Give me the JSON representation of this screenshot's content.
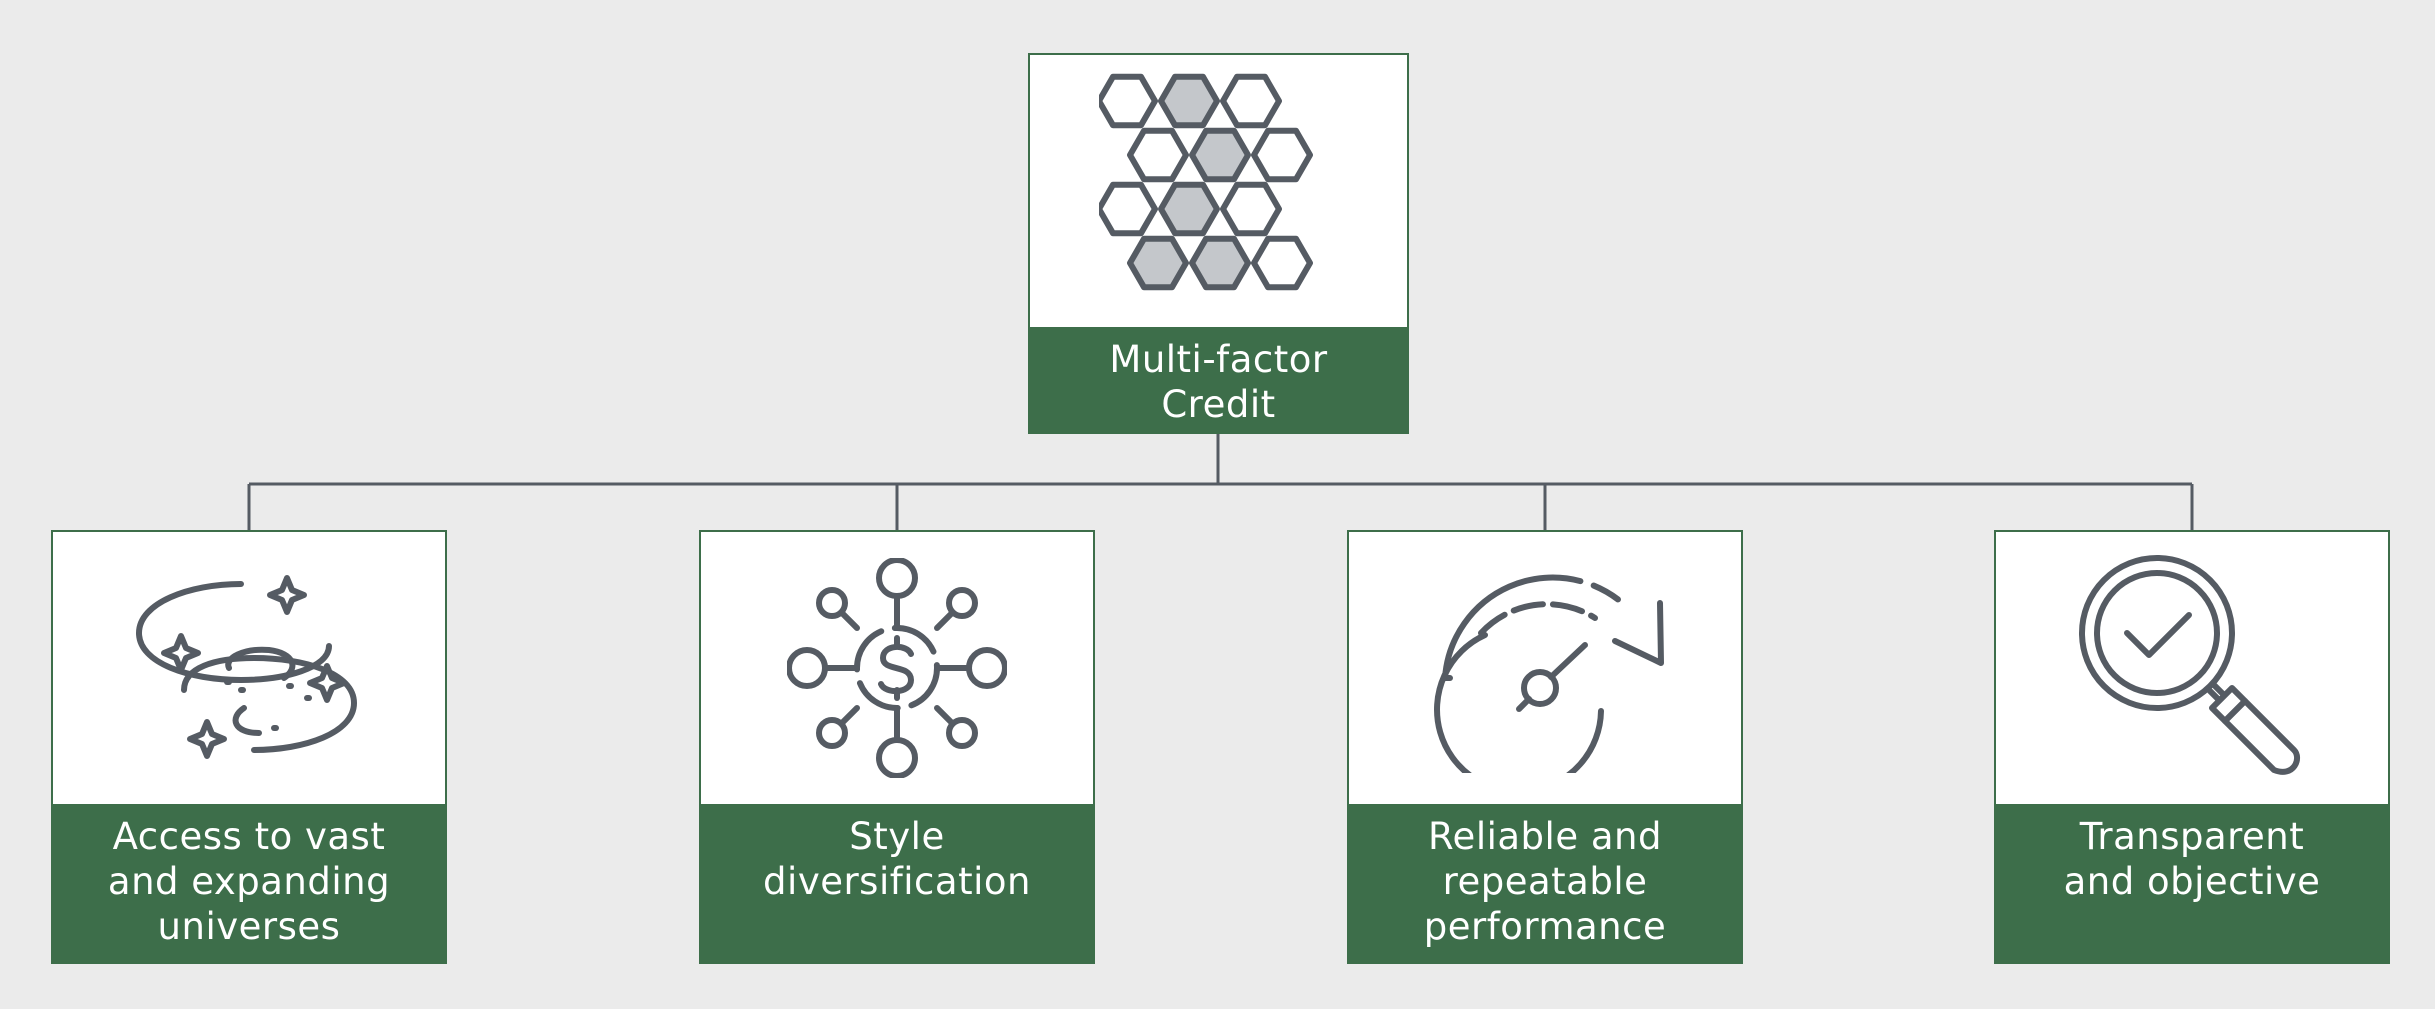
{
  "colors": {
    "background": "#ebebeb",
    "accent": "#3d6e4a",
    "icon_stroke": "#555b63",
    "hex_fill": "#c4c7cb"
  },
  "root": {
    "label_lines": [
      "Multi-factor",
      "Credit"
    ],
    "icon": "hexagon-cluster-icon"
  },
  "children": [
    {
      "label_lines": [
        "Access to vast",
        "and expanding",
        "universes"
      ],
      "icon": "galaxy-icon"
    },
    {
      "label_lines": [
        "Style",
        "diversification"
      ],
      "icon": "dollar-network-icon"
    },
    {
      "label_lines": [
        "Reliable and",
        "repeatable",
        "performance"
      ],
      "icon": "speedometer-icon"
    },
    {
      "label_lines": [
        "Transparent",
        "and objective"
      ],
      "icon": "magnifier-check-icon"
    }
  ]
}
